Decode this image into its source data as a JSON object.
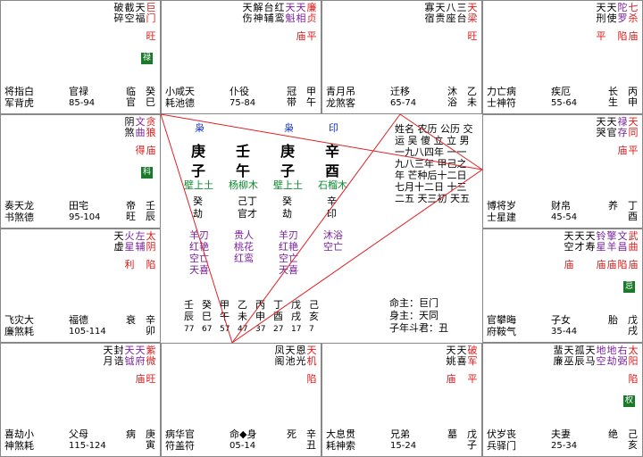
{
  "palaces": [
    {
      "id": "si",
      "label": "官禄",
      "branch": "癸巳",
      "ages": "85-94",
      "pre": [
        "将指白",
        "军背虎"
      ],
      "cs": [
        "临",
        "官"
      ],
      "stars": [
        {
          "t": "巨门",
          "c": "red",
          "sub": "旺"
        },
        {
          "t": "天福",
          "c": "blk"
        },
        {
          "t": "截空",
          "c": "blk"
        },
        {
          "t": "破碎",
          "c": "blk"
        }
      ],
      "tag": "禄"
    },
    {
      "id": "wu",
      "label": "仆役",
      "branch": "甲午",
      "ages": "75-84",
      "pre": [
        "小咸天",
        "耗池德"
      ],
      "cs": [
        "冠",
        "带"
      ],
      "stars": [
        {
          "t": "廉贞",
          "c": "red",
          "sub": "平"
        },
        {
          "t": "天相",
          "c": "pur",
          "sub": "庙"
        },
        {
          "t": "天魁",
          "c": "pur"
        },
        {
          "t": "红鸾",
          "c": "blk"
        },
        {
          "t": "台辅",
          "c": "blk"
        },
        {
          "t": "解神",
          "c": "blk"
        },
        {
          "t": "天伤",
          "c": "blk"
        }
      ]
    },
    {
      "id": "wei",
      "label": "迁移",
      "branch": "乙未",
      "ages": "65-74",
      "pre": [
        "青月吊",
        "龙煞客"
      ],
      "cs": [
        "沐",
        "浴"
      ],
      "stars": [
        {
          "t": "天梁",
          "c": "red",
          "sub": "旺"
        },
        {
          "t": "三台",
          "c": "blk"
        },
        {
          "t": "八座",
          "c": "blk"
        },
        {
          "t": "天贵",
          "c": "blk"
        },
        {
          "t": "寡宿",
          "c": "blk"
        }
      ]
    },
    {
      "id": "shen",
      "label": "疾厄",
      "branch": "丙申",
      "ages": "55-64",
      "pre": [
        "力亡病",
        "士神符"
      ],
      "cs": [
        "长",
        "生"
      ],
      "stars": [
        {
          "t": "七杀",
          "c": "red",
          "sub": "庙"
        },
        {
          "t": "陀罗",
          "c": "pur",
          "sub": "陷"
        },
        {
          "t": "天使",
          "c": "blk"
        },
        {
          "t": "天刑",
          "c": "blk",
          "sub": "平"
        }
      ]
    },
    {
      "id": "you",
      "label": "财帛",
      "branch": "丁酉",
      "ages": "45-54",
      "pre": [
        "博将岁",
        "士星建"
      ],
      "cs": [
        "养",
        ""
      ],
      "stars": [
        {
          "t": "天同",
          "c": "red",
          "sub": "平"
        },
        {
          "t": "禄存",
          "c": "pur",
          "sub": "庙"
        },
        {
          "t": "天官",
          "c": "blk"
        },
        {
          "t": "天哭",
          "c": "blk"
        }
      ]
    },
    {
      "id": "xu",
      "label": "子女",
      "branch": "戊戌",
      "ages": "35-44",
      "pre": [
        "官攀晦",
        "府鞍气"
      ],
      "cs": [
        "胎",
        ""
      ],
      "stars": [
        {
          "t": "武曲",
          "c": "red",
          "sub": "庙"
        },
        {
          "t": "文昌",
          "c": "pur",
          "sub": "陷"
        },
        {
          "t": "擎羊",
          "c": "pur",
          "sub": "庙"
        },
        {
          "t": "铃星",
          "c": "pur",
          "sub": "庙"
        },
        {
          "t": "天寿",
          "c": "blk"
        },
        {
          "t": "天才",
          "c": "blk"
        },
        {
          "t": "天空",
          "c": "blk",
          "sub": "庙"
        }
      ],
      "tag": "忌"
    },
    {
      "id": "hai",
      "label": "夫妻",
      "branch": "己亥",
      "ages": "25-34",
      "pre": [
        "伏岁丧",
        "兵驿门"
      ],
      "cs": [
        "绝",
        ""
      ],
      "stars": [
        {
          "t": "太阳",
          "c": "red",
          "sub": "陷"
        },
        {
          "t": "右弼",
          "c": "pur"
        },
        {
          "t": "地劫",
          "c": "pur"
        },
        {
          "t": "地空",
          "c": "pur"
        },
        {
          "t": "天马",
          "c": "blk"
        },
        {
          "t": "孤辰",
          "c": "blk"
        },
        {
          "t": "天巫",
          "c": "blk"
        },
        {
          "t": "蜚廉",
          "c": "blk"
        }
      ],
      "tag": "权"
    },
    {
      "id": "zi",
      "label": "兄弟",
      "branch": "戊子",
      "ages": "15-24",
      "pre": [
        "大息贯",
        "耗神索"
      ],
      "cs": [
        "墓",
        ""
      ],
      "stars": [
        {
          "t": "破军",
          "c": "red",
          "sub": "平"
        },
        {
          "t": "天喜",
          "c": "blk"
        },
        {
          "t": "天姚",
          "c": "blk",
          "sub": "庙"
        }
      ]
    },
    {
      "id": "chou",
      "label": "命◆身",
      "branch": "辛丑",
      "ages": "05-14",
      "pre": [
        "病华官",
        "符盖符"
      ],
      "cs": [
        "死",
        ""
      ],
      "stars": [
        {
          "t": "天机",
          "c": "red",
          "sub": "陷"
        },
        {
          "t": "恩光",
          "c": "blk"
        },
        {
          "t": "天池",
          "c": "blk"
        },
        {
          "t": "凤阁",
          "c": "blk"
        }
      ]
    },
    {
      "id": "yin",
      "label": "父母",
      "branch": "庚寅",
      "ages": "115-124",
      "pre": [
        "喜劫小",
        "神煞耗"
      ],
      "cs": [
        "病",
        ""
      ],
      "stars": [
        {
          "t": "紫微",
          "c": "red",
          "sub": "旺"
        },
        {
          "t": "天府",
          "c": "pur",
          "sub": "庙"
        },
        {
          "t": "天钺",
          "c": "pur"
        },
        {
          "t": "封诰",
          "c": "blk"
        },
        {
          "t": "天月",
          "c": "blk"
        }
      ]
    },
    {
      "id": "mao",
      "label": "福德",
      "branch": "辛卯",
      "ages": "105-114",
      "pre": [
        "飞灾大",
        "廉煞耗"
      ],
      "cs": [
        "衰",
        ""
      ],
      "stars": [
        {
          "t": "太阴",
          "c": "red",
          "sub": "陷"
        },
        {
          "t": "左辅",
          "c": "pur"
        },
        {
          "t": "火星",
          "c": "pur",
          "sub": "利"
        },
        {
          "t": "天虚",
          "c": "blk"
        }
      ]
    },
    {
      "id": "chen",
      "label": "田宅",
      "branch": "壬辰",
      "ages": "95-104",
      "pre": [
        "奏天龙",
        "书煞德"
      ],
      "cs": [
        "帝",
        "旺"
      ],
      "stars": [
        {
          "t": "贪狼",
          "c": "red",
          "sub": "庙"
        },
        {
          "t": "文曲",
          "c": "pur",
          "sub": "得"
        },
        {
          "t": "阴煞",
          "c": "blk"
        }
      ],
      "tag": "科"
    }
  ],
  "center": {
    "pillars": [
      {
        "top": "枭",
        "gan": "庚",
        "zhi": "子",
        "nayin": "壁上土",
        "sub": [
          "癸",
          "劫"
        ]
      },
      {
        "top": "",
        "gan": "壬",
        "zhi": "午",
        "nayin": "杨柳木",
        "sub": [
          "己丁",
          "官才"
        ]
      },
      {
        "top": "枭",
        "gan": "庚",
        "zhi": "子",
        "nayin": "壁上土",
        "sub": [
          "癸",
          "劫"
        ]
      },
      {
        "top": "印",
        "gan": "辛",
        "zhi": "酉",
        "nayin": "石榴木",
        "sub": [
          "辛",
          "印"
        ]
      }
    ],
    "shensha": [
      [
        "羊刃",
        "红艳",
        "空亡",
        "天喜"
      ],
      [
        "贵人",
        "桃花",
        "红鸾"
      ],
      [
        "羊刃",
        "红艳",
        "空亡",
        "天喜"
      ],
      [
        "沐浴",
        "空亡"
      ]
    ],
    "dayun": {
      "gan": [
        "壬",
        "癸",
        "甲",
        "乙",
        "丙",
        "丁",
        "戊",
        "己"
      ],
      "zhi": [
        "辰",
        "巳",
        "午",
        "未",
        "申",
        "酉",
        "戌",
        "亥"
      ],
      "ages": [
        "77",
        "67",
        "57",
        "47",
        "37",
        "27",
        "17",
        "7"
      ]
    },
    "info_cols": [
      "姓名",
      "农历",
      "公历",
      "交运",
      "吴",
      "傻",
      "立",
      "立",
      "男",
      "一九八四年",
      "一一九八三年",
      "甲己之年",
      "芒种后十二日",
      "七月十二日",
      "十三二五",
      "天三初",
      "天五"
    ],
    "mingzhu": "命主：巨门",
    "shenzhu": "身主：天同",
    "zidou": "子年斗君：丑"
  }
}
